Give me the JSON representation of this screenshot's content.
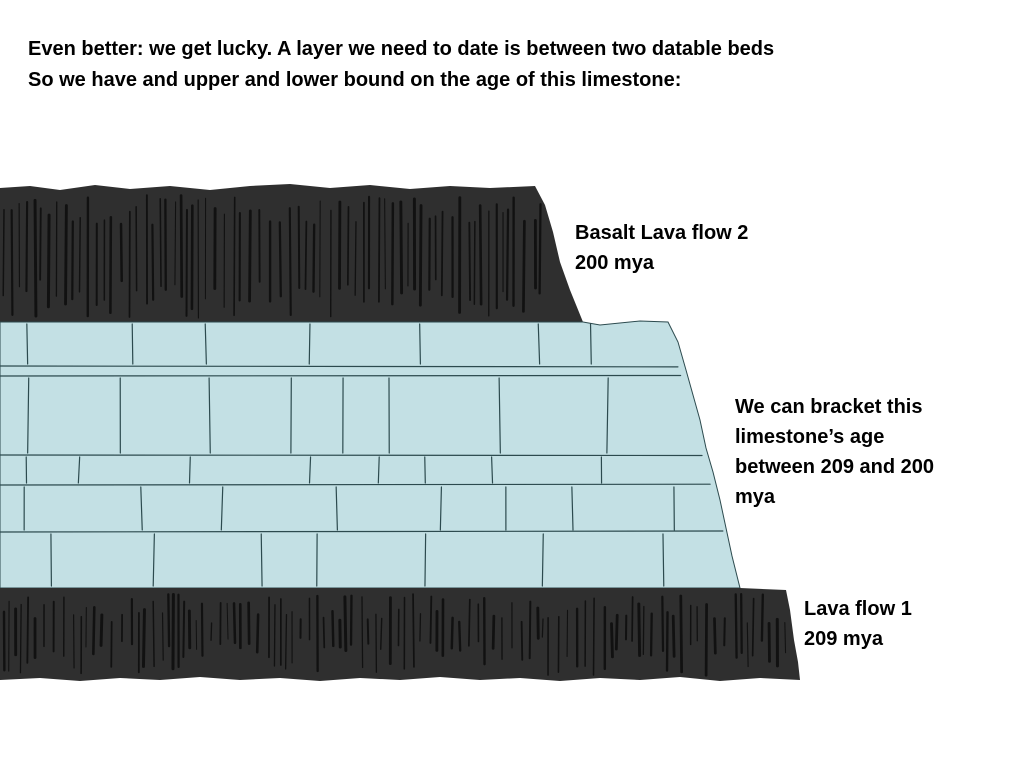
{
  "intro": {
    "line1": "Even better: we get lucky. A layer we need to date is between two datable beds",
    "line2": "So we have and upper and lower bound on the age of this limestone:"
  },
  "labels": {
    "basalt_flow_2": {
      "line1": "Basalt Lava flow 2",
      "line2": "200 mya"
    },
    "limestone": {
      "line1": "We can bracket this",
      "line2": "limestone’s age",
      "line3": "between 209 and 200",
      "line4": "mya"
    },
    "lava_flow_1": {
      "line1": "Lava flow 1",
      "line2": "209 mya"
    }
  },
  "colors": {
    "basalt": "#2f2f2f",
    "basalt_streak": "#111111",
    "limestone": "#c3e0e4",
    "limestone_joint": "#2c4a4e"
  }
}
